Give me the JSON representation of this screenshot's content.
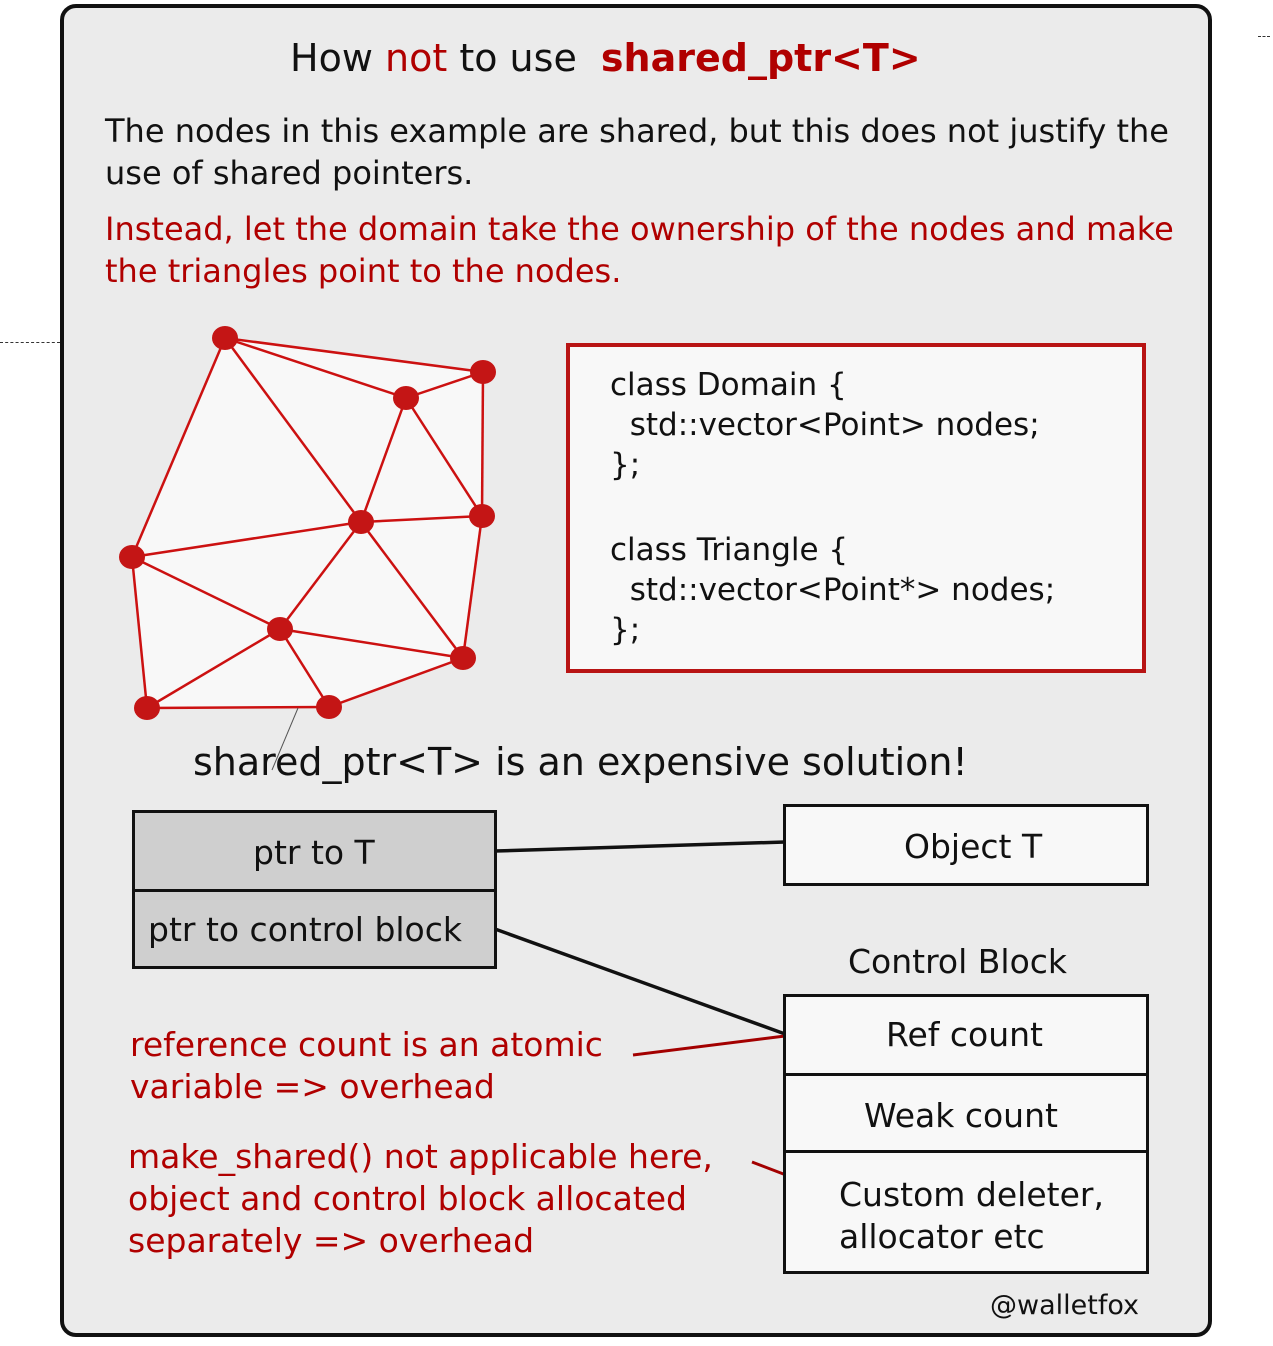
{
  "title": {
    "prefix": "How",
    "not_word": "not",
    "middle": "to use",
    "code": "shared_ptr<T>"
  },
  "intro_text": "The nodes in this example are shared, but this does not justify the use of shared pointers.",
  "advice_text": "Instead, let the domain take the ownership of the nodes and make the triangles point to the nodes.",
  "code_lines": [
    "class Domain {",
    "  std::vector<Point> nodes;",
    "};",
    "",
    "class Triangle {",
    "  std::vector<Point*> nodes;",
    "};"
  ],
  "headline": "shared_ptr<T> is an expensive solution!",
  "shared_ptr_fields": {
    "ptr_to_t": "ptr to T",
    "ptr_to_control_block": "ptr to control block"
  },
  "object_label": "Object T",
  "control_block": {
    "title": "Control Block",
    "ref_count": "Ref count",
    "weak_count": "Weak count",
    "custom_line1": "Custom deleter,",
    "custom_line2": "allocator etc"
  },
  "notes": {
    "atomic_line1": "reference count is an atomic",
    "atomic_line2": "variable => overhead",
    "make_shared_line1": "make_shared() not applicable here,",
    "make_shared_line2": "object and control block allocated",
    "make_shared_line3": "separately => overhead"
  },
  "credit": "@walletfox",
  "colors": {
    "accent_red": "#b00000",
    "mesh_red": "#cc1111",
    "panel_bg": "#ebebeb",
    "gray_fill": "#cfcfcf"
  }
}
